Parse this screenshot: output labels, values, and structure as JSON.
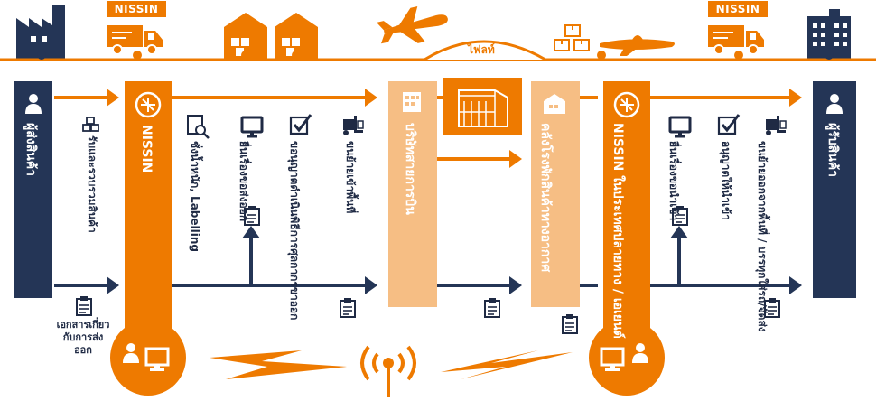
{
  "colors": {
    "orange": "#ee7a00",
    "light_orange": "#f6be84",
    "navy": "#243556",
    "white": "#ffffff"
  },
  "top": {
    "truck_badge_left": "NISSIN",
    "truck_badge_right": "NISSIN",
    "flight_label": "ไฟลท์"
  },
  "columns": {
    "shipper": "ผู้ส่งสินค้า",
    "nissin": "NISSIN",
    "airline": "บริษัทสายการบิน",
    "warehouse": "คลังโรงพักสินค้าทางอากาศ",
    "nissin_dest": "NISSIN ในประเทศปลายทาง / เอเยนต์",
    "consignee": "ผู้รับสินค้า"
  },
  "steps": {
    "receive": "รับและรวบรวมสินค้า",
    "inspect": "ชั่งน้ำหนัก, Labelling",
    "export_decl": "ยื่นเรื่องขอส่งออก",
    "export_proc": "ขอนุญาตดำเนินพิธีการศุลกากรขาออก",
    "move_bonded": "ขนย้ายเข้าพื้นที่",
    "import_decl": "ยื่นเรื่องขอนำเข้า",
    "import_permit": "อนุญาตให้นำเข้า",
    "deliver": "ขนย้ายออกจากพื้นที่ / บรรทุกใส่รถ/จัดส่ง"
  },
  "doc_note": "เอกสารเกี่ยวกับการส่งออก"
}
